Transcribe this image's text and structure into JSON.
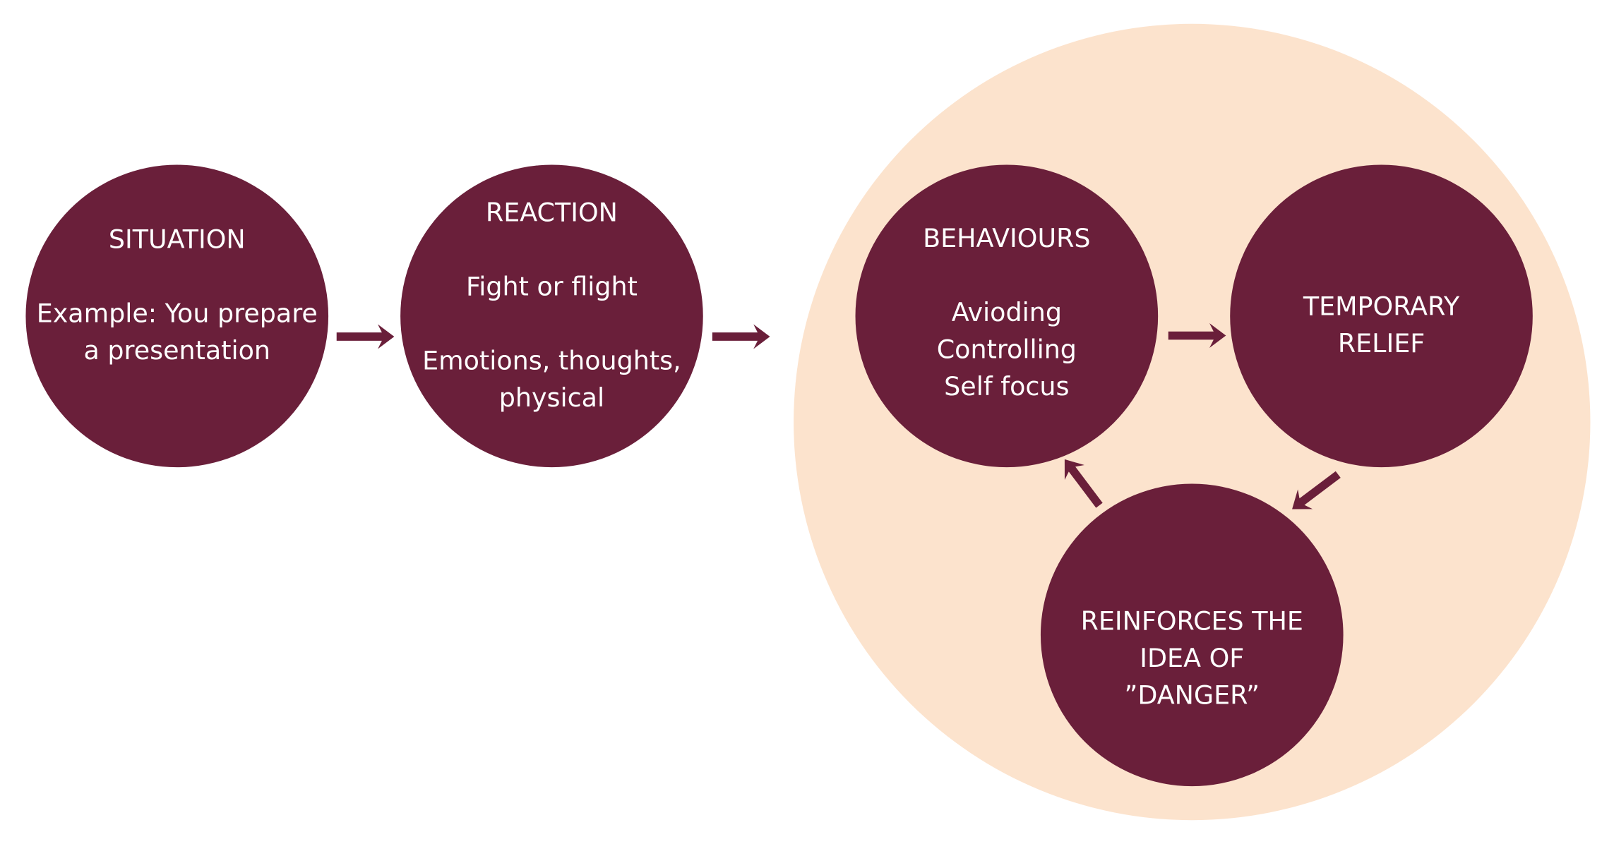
{
  "colors": {
    "node": "#6A1F3A",
    "cycle_background": "#FCE3CD",
    "text": "#FFFFFF"
  },
  "nodes": {
    "situation": {
      "title": "SITUATION",
      "lines": [
        "Example: You prepare",
        "a presentation"
      ]
    },
    "reaction": {
      "title": "REACTION",
      "lines": [
        "Fight or flight",
        "Emotions, thoughts,",
        "physical"
      ]
    },
    "behaviours": {
      "title": "BEHAVIOURS",
      "lines": [
        "Avioding",
        "Controlling",
        "Self focus"
      ]
    },
    "relief": {
      "lines": [
        "TEMPORARY",
        "RELIEF"
      ]
    },
    "reinforces": {
      "lines": [
        "REINFORCES THE",
        "IDEA OF",
        "”DANGER”"
      ]
    }
  }
}
